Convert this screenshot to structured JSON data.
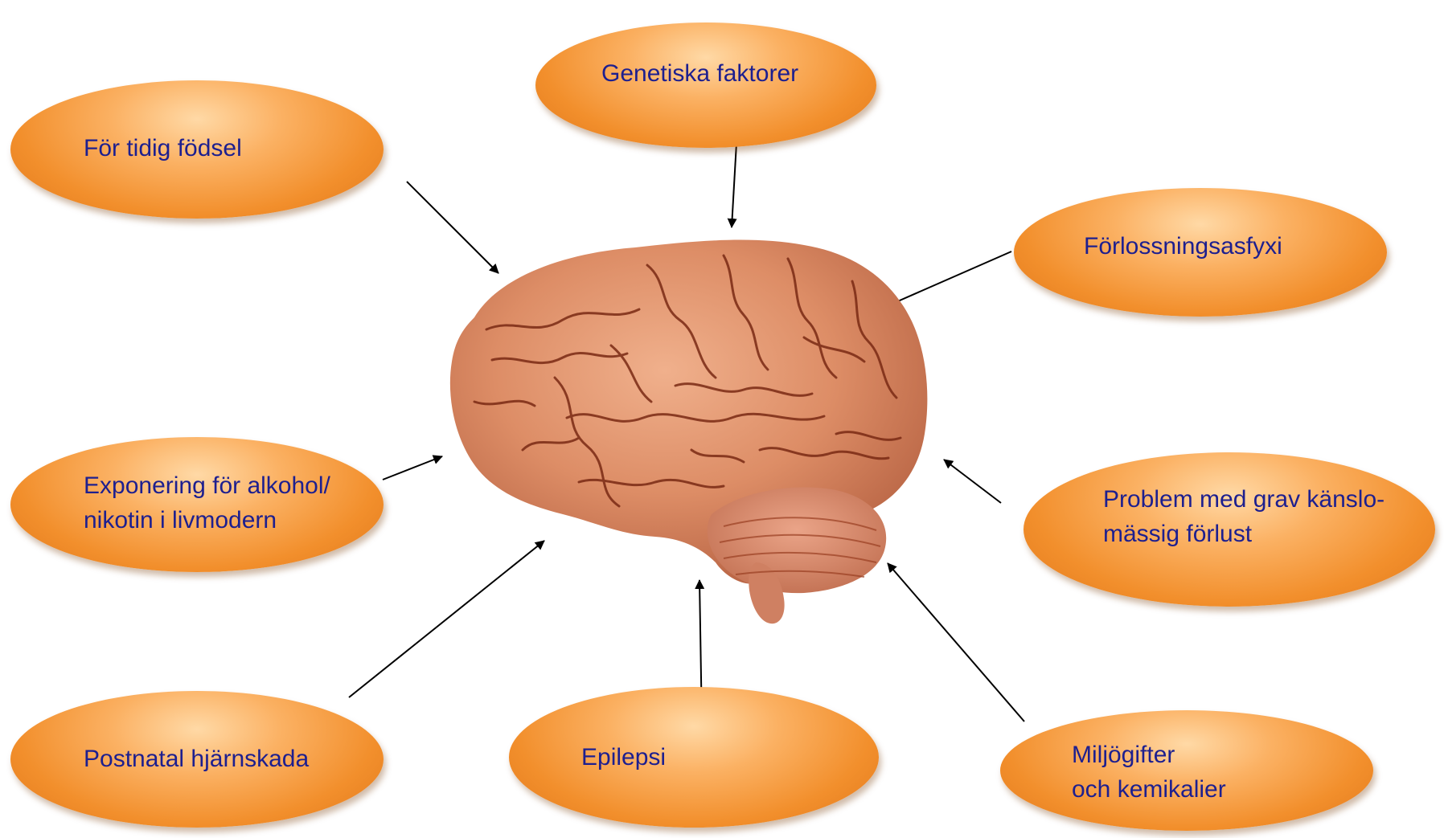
{
  "nodes": {
    "genetic": {
      "label": "Genetiska faktorer"
    },
    "preterm": {
      "label": "För tidig födsel"
    },
    "asphyxia": {
      "label": "Förlossningsasfyxi"
    },
    "alcohol": {
      "lines": [
        "Exponering för alkohol/",
        "nikotin i livmodern"
      ]
    },
    "emotional": {
      "lines": [
        "Problem med grav känslo-",
        "mässig förlust"
      ]
    },
    "postnatal": {
      "label": "Postnatal hjärnskada"
    },
    "epilepsy": {
      "label": "Epilepsi"
    },
    "toxins": {
      "lines": [
        "Miljögifter",
        "och kemikalier"
      ]
    }
  },
  "colors": {
    "bubble": "#f28f2c",
    "text": "#1d1f8f",
    "brain": "#d98a64",
    "sulci": "#7a2a14"
  },
  "center_image": "brain-illustration"
}
